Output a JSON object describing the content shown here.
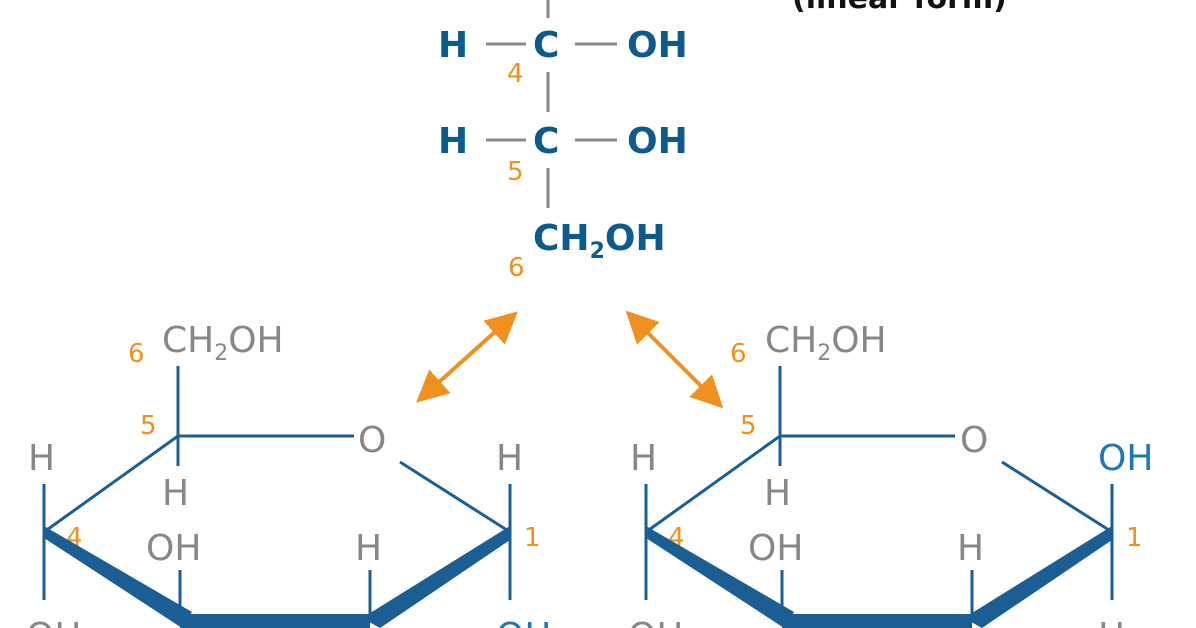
{
  "linear": {
    "caption": "(linear form)",
    "c4": {
      "h": "H",
      "c": "C",
      "oh": "OH",
      "num": "4"
    },
    "c5": {
      "h": "H",
      "c": "C",
      "oh": "OH",
      "num": "5"
    },
    "c6": {
      "ch": "CH",
      "sub": "2",
      "oh": "OH",
      "num": "6"
    }
  },
  "alpha": {
    "ch2oh": {
      "ch": "CH",
      "sub": "2",
      "oh": "OH"
    },
    "n6": "6",
    "n5": "5",
    "n4": "4",
    "n1": "1",
    "ring_o": "O",
    "h_c5": "H",
    "h_c4_top": "H",
    "oh_c3": "OH",
    "h_c2": "H",
    "h_c1": "H",
    "oh_bottom_left": "OH",
    "oh_bottom_right": "OH"
  },
  "beta": {
    "ch2oh": {
      "ch": "CH",
      "sub": "2",
      "oh": "OH"
    },
    "n6": "6",
    "n5": "5",
    "n4": "4",
    "n1": "1",
    "ring_o": "O",
    "h_c5": "H",
    "h_c4_top": "H",
    "oh_c3": "OH",
    "h_c2": "H",
    "oh_c1": "OH",
    "oh_bottom_left": "OH",
    "h_bottom_right": "H"
  },
  "colors": {
    "linear": "#0d5a8c",
    "ring_labels": "#878787",
    "numbers": "#f0901e",
    "ring_lines": "#1b5e93",
    "highlight_oh": "#1f77b4"
  },
  "icons": [
    "double-headed-arrow",
    "double-headed-arrow"
  ]
}
